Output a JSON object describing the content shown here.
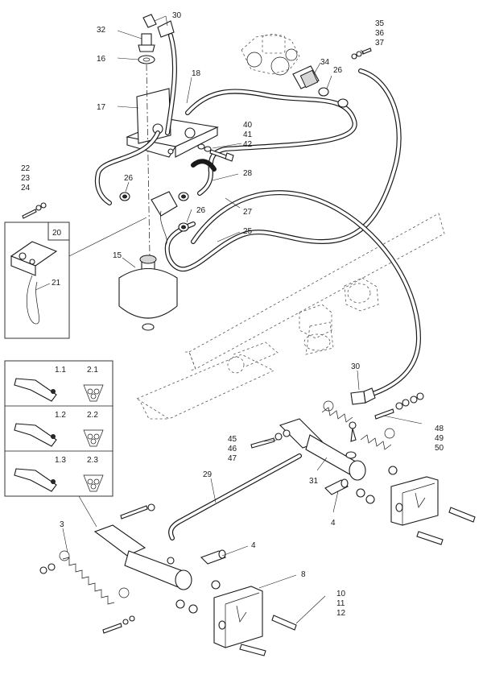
{
  "callouts": {
    "c30a": "30",
    "c32": "32",
    "c16": "16",
    "c18": "18",
    "c17": "17",
    "c35": "35",
    "c36": "36",
    "c37": "37",
    "c34": "34",
    "c26a": "26",
    "c40": "40",
    "c41": "41",
    "c42": "42",
    "c28": "28",
    "c22": "22",
    "c23": "23",
    "c24": "24",
    "c26b": "26",
    "c26c": "26",
    "c27": "27",
    "c25": "25",
    "c20": "20",
    "c21": "21",
    "c15": "15",
    "c30b": "30",
    "c48": "48",
    "c49": "49",
    "c50": "50",
    "c45": "45",
    "c46": "46",
    "c47": "47",
    "c31": "31",
    "c29": "29",
    "c4a": "4",
    "c4b": "4",
    "c3": "3",
    "c8": "8",
    "c10": "10",
    "c11": "11",
    "c12": "12"
  },
  "variants": {
    "row1": {
      "pin": "1.1",
      "spring": "2.1"
    },
    "row2": {
      "pin": "1.2",
      "spring": "2.2"
    },
    "row3": {
      "pin": "1.3",
      "spring": "2.3"
    }
  }
}
